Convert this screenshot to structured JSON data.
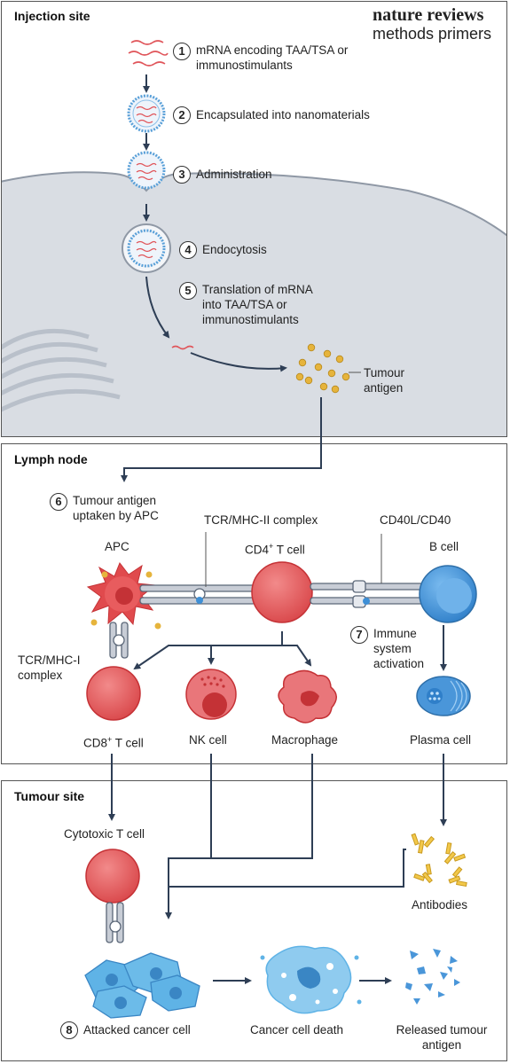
{
  "brand": {
    "line1": "nature reviews",
    "line2": "methods primers"
  },
  "injection": {
    "title": "Injection site",
    "steps": [
      {
        "num": "1",
        "text": "mRNA encoding TAA/TSA or\nimmunostimulants"
      },
      {
        "num": "2",
        "text": "Encapsulated into nanomaterials"
      },
      {
        "num": "3",
        "text": "Administration"
      },
      {
        "num": "4",
        "text": "Endocytosis"
      },
      {
        "num": "5",
        "text": "Translation of mRNA\ninto TAA/TSA or\nimmunostimulants"
      }
    ],
    "tumour_antigen": "Tumour\nantigen"
  },
  "lymph": {
    "title": "Lymph node",
    "step6": {
      "num": "6",
      "text": "Tumour antigen\nuptaken by APC"
    },
    "apc": "APC",
    "tcr_mhc2": "TCR/MHC-II complex",
    "cd4": "CD4",
    "cd4_sup": "+",
    "cd4_suffix": " T cell",
    "cd40": "CD40L/CD40",
    "bcell": "B cell",
    "tcr_mhc1": "TCR/MHC-I\ncomplex",
    "step7": {
      "num": "7",
      "text": "Immune\nsystem\nactivation"
    },
    "cd8": "CD8",
    "cd8_sup": "+",
    "cd8_suffix": " T cell",
    "nk": "NK cell",
    "macrophage": "Macrophage",
    "plasma": "Plasma cell"
  },
  "tumour": {
    "title": "Tumour site",
    "cytotoxic": "Cytotoxic T cell",
    "antibodies": "Antibodies",
    "step8": {
      "num": "8",
      "text": "Attacked cancer cell"
    },
    "death": "Cancer cell death",
    "released": "Released tumour\nantigen"
  },
  "colors": {
    "cell_bg": "#d9dde3",
    "arrow": "#2e3e55",
    "t_cell": "#e8585a",
    "b_cell": "#3e8fd6",
    "cancer": "#5fb3e6",
    "antigen": "#e6b43c"
  },
  "icons": [
    "mrna-strand-icon",
    "lipid-nanoparticle-icon",
    "antibody-icon",
    "antigen-fragment-icon"
  ]
}
